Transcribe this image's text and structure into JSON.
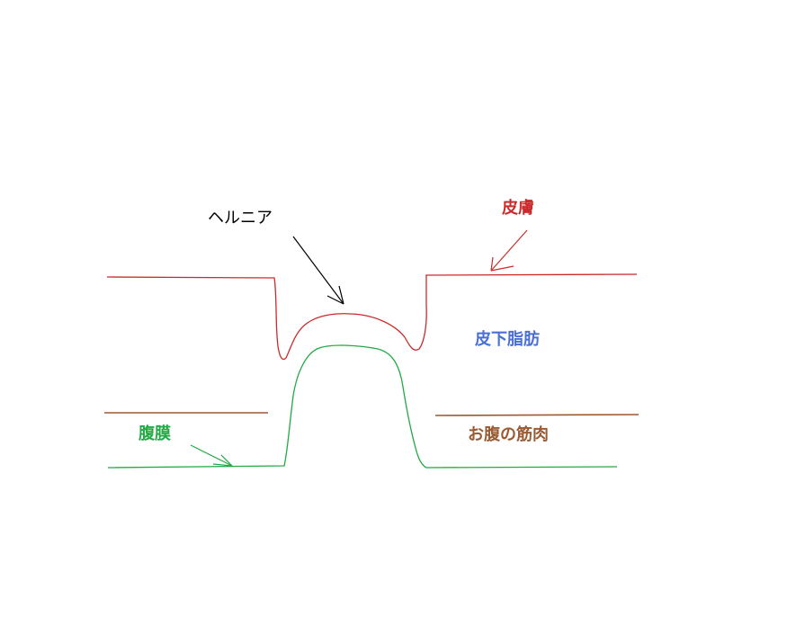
{
  "labels": {
    "hernia": "ヘルニア",
    "skin": "皮膚",
    "subcutaneous_fat": "皮下脂肪",
    "peritoneum": "腹膜",
    "abdominal_muscle": "お腹の筋肉"
  },
  "colors": {
    "background": "#ffffff",
    "hernia": "#000000",
    "skin": "#cc2b2b",
    "subcutaneous_fat": "#4a6fd6",
    "peritoneum": "#22aa44",
    "abdominal_muscle": "#9a5a32"
  }
}
